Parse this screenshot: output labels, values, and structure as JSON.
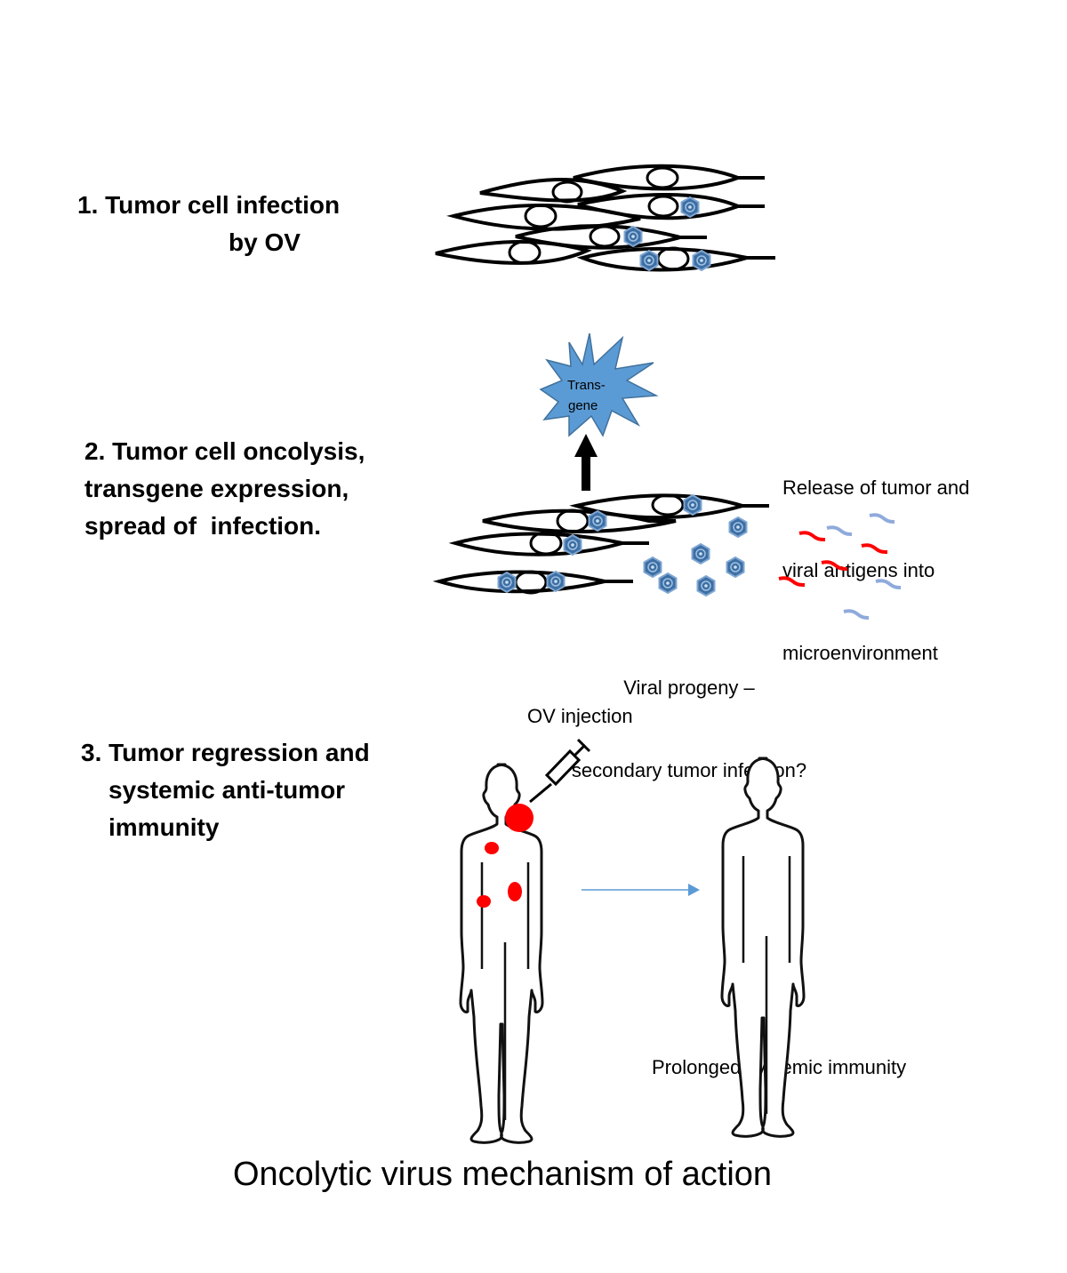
{
  "figure": {
    "caption": "Oncolytic virus mechanism of action",
    "steps": [
      {
        "id": "step-1",
        "lines": [
          "1. Tumor cell infection",
          "by OV"
        ]
      },
      {
        "id": "step-2",
        "lines": [
          "2. Tumor cell oncolysis,",
          "transgene expression,",
          "spread of  infection."
        ]
      },
      {
        "id": "step-3",
        "lines": [
          "3. Tumor regression and",
          "systemic anti-tumor",
          "immunity"
        ]
      }
    ],
    "annotations": {
      "transgene": [
        "Trans-",
        "gene"
      ],
      "antigen_release": [
        "Release of tumor and",
        "viral antigens into",
        "microenvironment"
      ],
      "viral_progeny": [
        "Viral progeny –",
        "secondary tumor infection?"
      ],
      "ov_injection": "OV injection",
      "prolonged_immunity": "Prolonged systemic immunity"
    },
    "icons": {
      "cell": "tumor-cell-icon",
      "virus": "virus-particle-icon",
      "starburst": "transgene-starburst-icon",
      "arrow_up": "arrow-up-icon",
      "tumor_antigen": "tumor-antigen-icon",
      "viral_antigen": "viral-antigen-icon",
      "syringe": "syringe-icon",
      "human": "human-figure-icon",
      "tumor": "tumor-spot-icon",
      "arrow_right": "arrow-right-icon"
    },
    "colors": {
      "virus_fill": "#3d6fa3",
      "virus_outline": "#7fa6d3",
      "starburst_fill": "#5b9bd5",
      "starburst_stroke": "#41719c",
      "tumor_antigen": "#ff0000",
      "viral_antigen": "#8faadc",
      "tumor_spot": "#ff0000",
      "progress_arrow": "#5b9bd5"
    }
  }
}
